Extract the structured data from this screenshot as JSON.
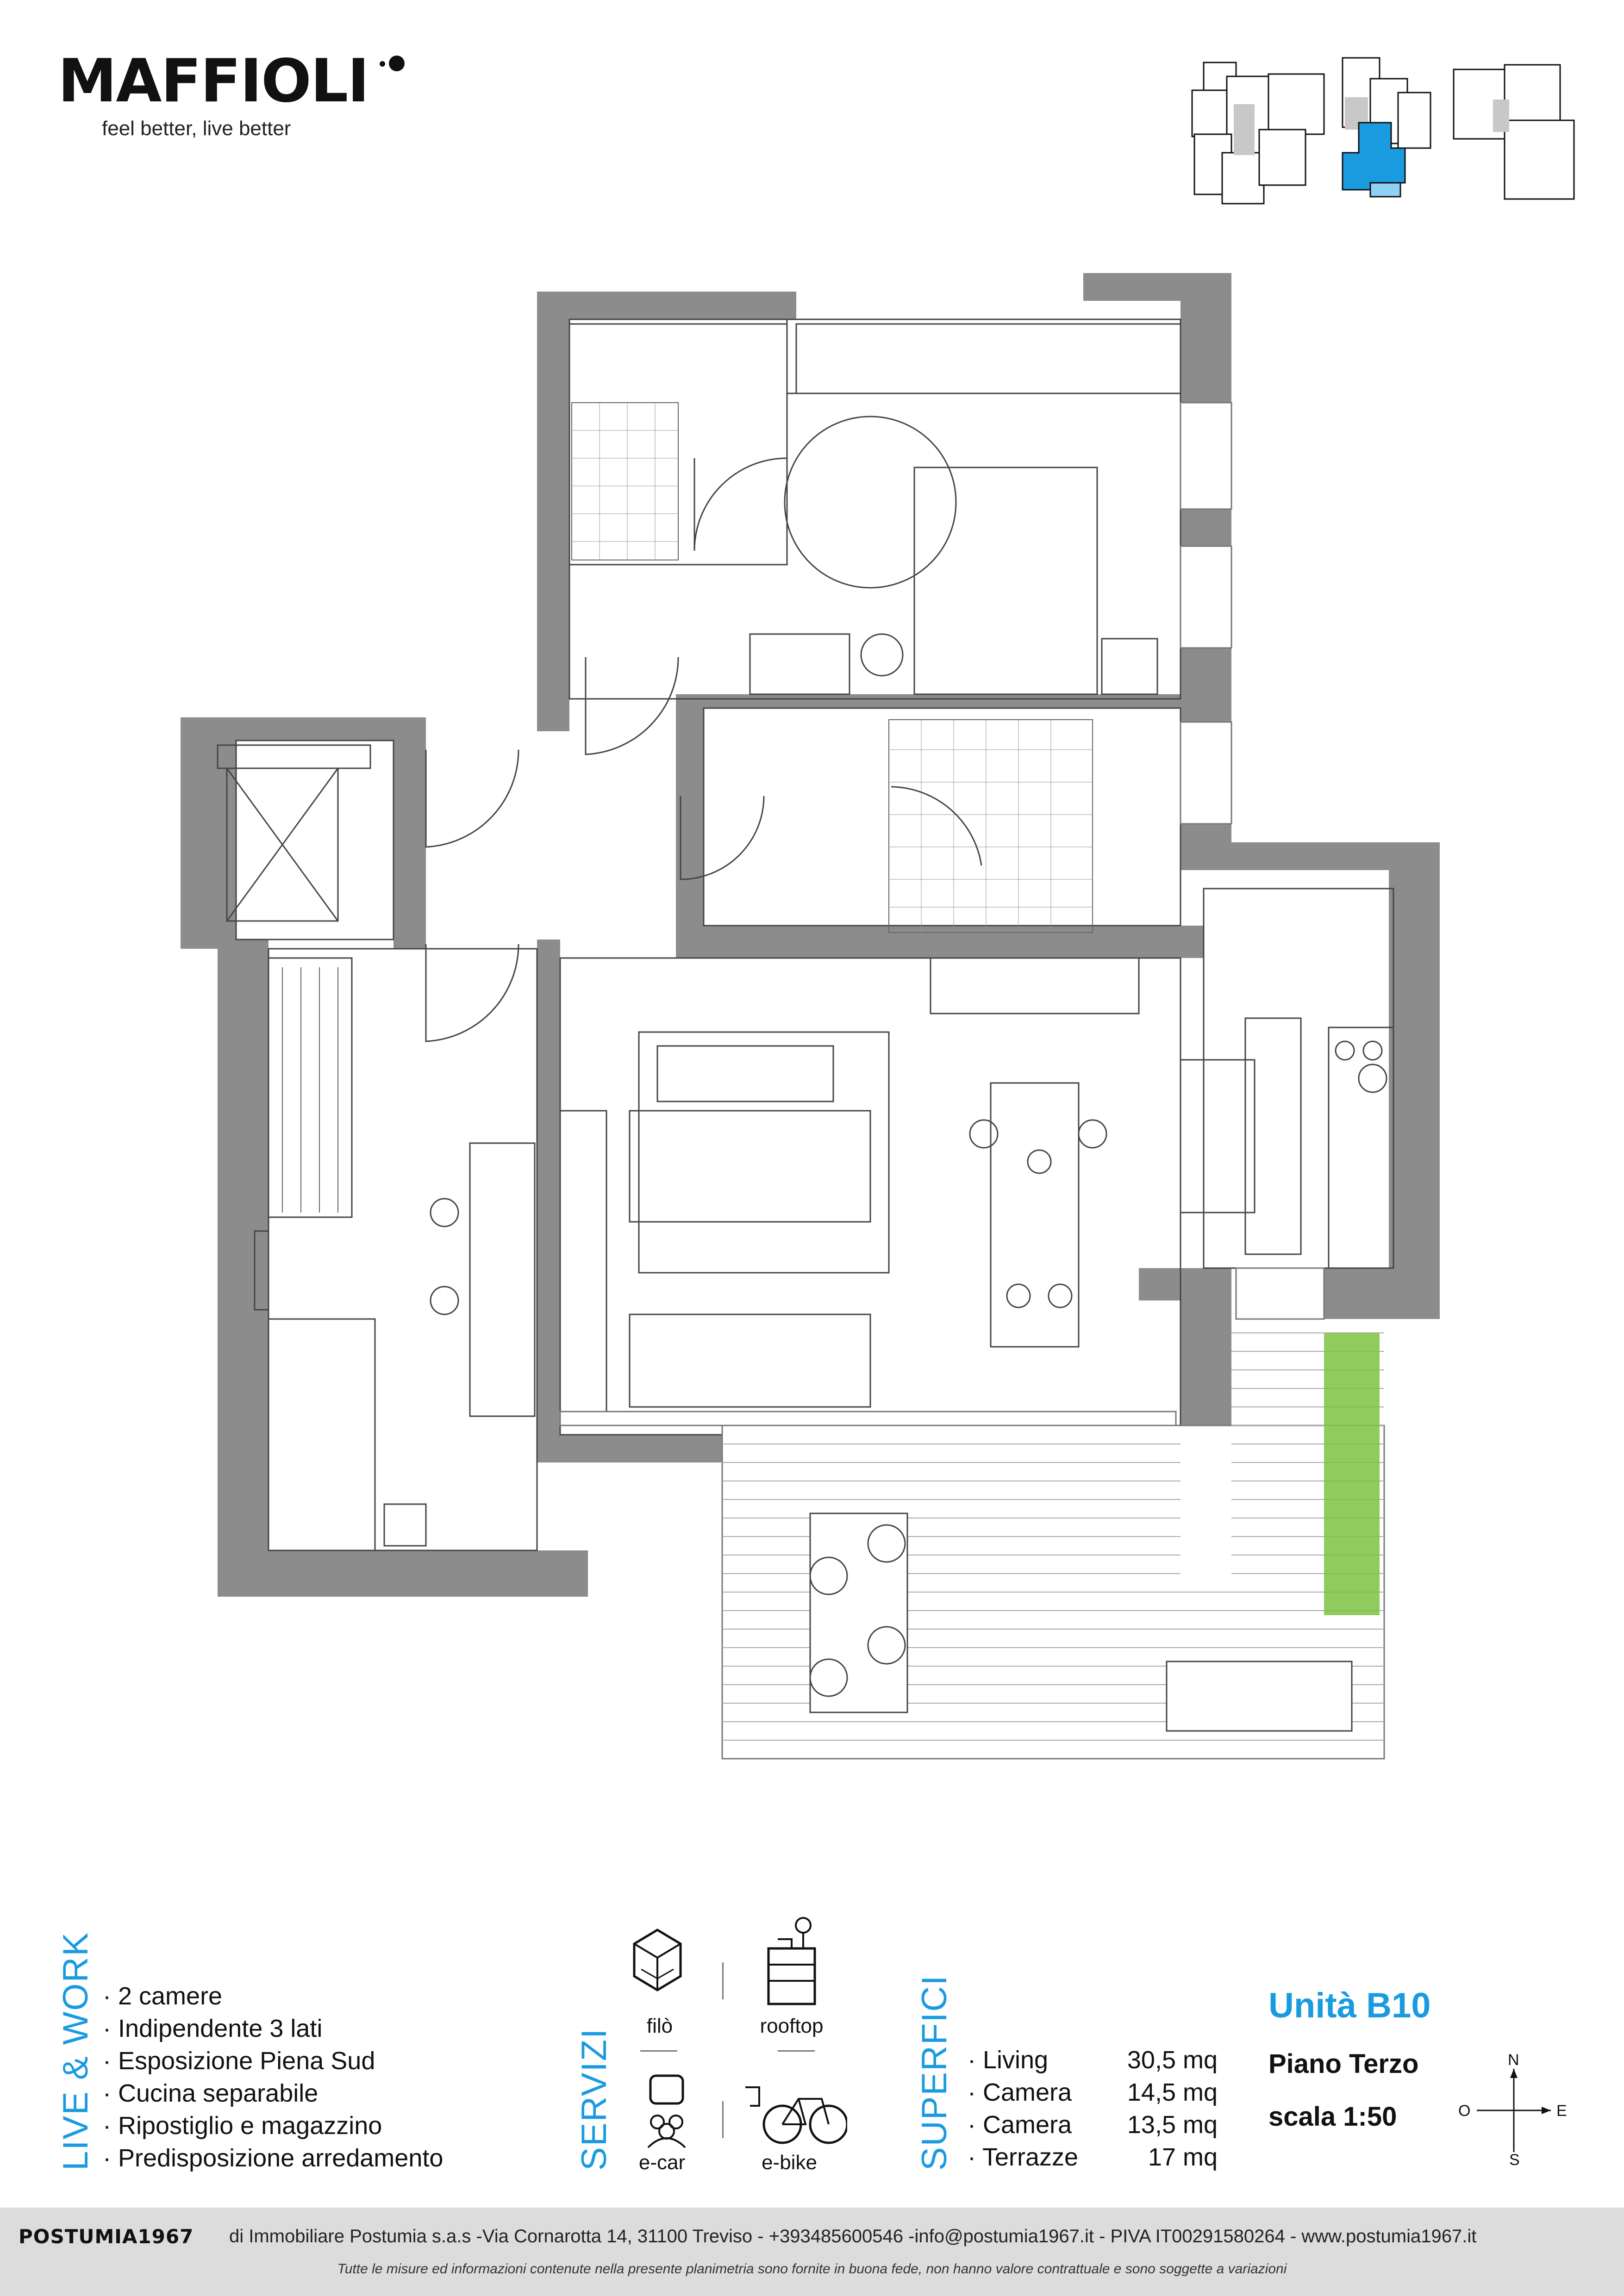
{
  "brand": {
    "name": "MAFFIOLI",
    "tagline": "feel better, live better"
  },
  "colors": {
    "accent": "#1a9be0",
    "wall": "#8c8c8c",
    "terrace_green": "#7cc242",
    "footer_bg": "#dcdcdc"
  },
  "sidebar_titles": {
    "live_work": "LIVE & WORK",
    "servizi": "SERVIZI",
    "superfici": "SUPERFICI"
  },
  "features": [
    "· 2 camere",
    "· Indipendente 3 lati",
    "· Esposizione Piena Sud",
    "· Cucina separabile",
    "· Ripostiglio e magazzino",
    "· Predisposizione arredamento"
  ],
  "services": [
    {
      "label": "filò",
      "icon": "filo-room-icon"
    },
    {
      "label": "rooftop",
      "icon": "rooftop-icon"
    },
    {
      "label": "e-car",
      "icon": "e-car-icon"
    },
    {
      "label": "e-bike",
      "icon": "e-bike-icon"
    }
  ],
  "areas": [
    {
      "name": "· Living",
      "value": "30,5 mq"
    },
    {
      "name": "· Camera",
      "value": "14,5 mq"
    },
    {
      "name": "· Camera",
      "value": "13,5 mq"
    },
    {
      "name": "· Terrazze",
      "value": "17 mq"
    }
  ],
  "unit": {
    "title": "Unità B10",
    "floor": "Piano Terzo",
    "scale": "scala 1:50"
  },
  "compass": {
    "n": "N",
    "s": "S",
    "e": "E",
    "o": "O"
  },
  "footer": {
    "brand": "POSTUMIA1967",
    "line": "di Immobiliare Postumia s.a.s -Via Cornarotta 14, 31100 Treviso - +393485600546 -info@postumia1967.it - PIVA IT00291580264 - www.postumia1967.it",
    "disclaimer": "Tutte le misure ed informazioni contenute nella presente planimetria sono fornite in buona fede, non hanno valore contrattuale e sono soggette a variazioni"
  }
}
